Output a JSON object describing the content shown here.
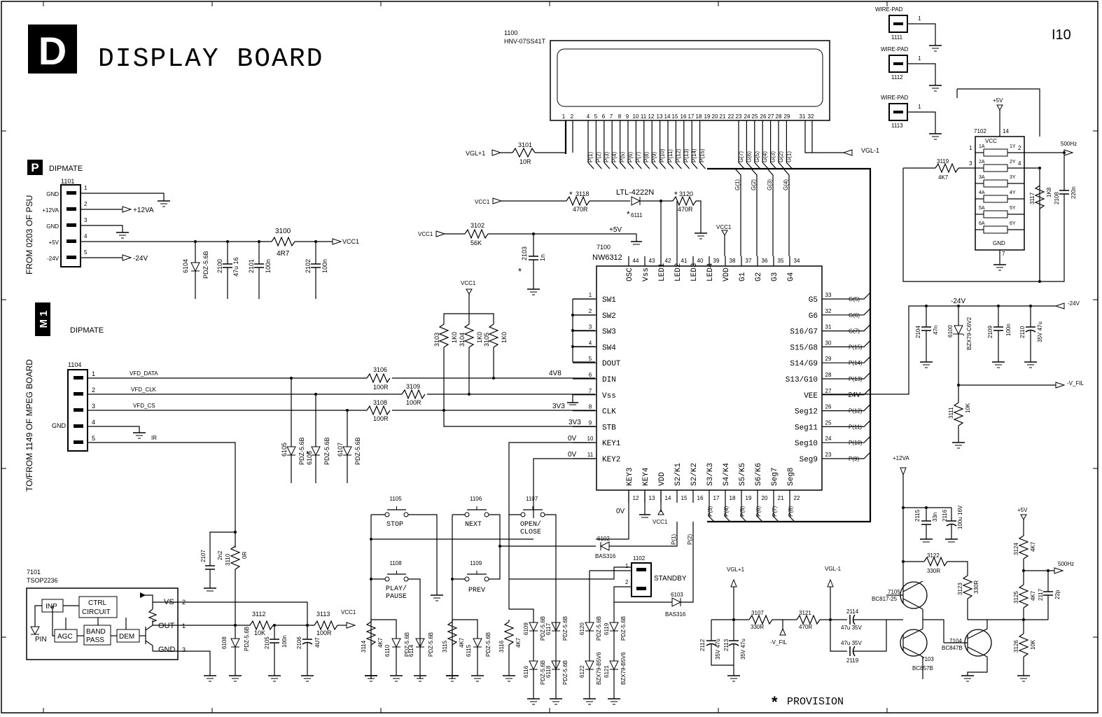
{
  "title": "DISPLAY BOARD",
  "board_letter": "D",
  "page_code": "I10",
  "provision_label": "PROVISION",
  "sections": {
    "psu": {
      "letter": "P",
      "name": "DIPMATE",
      "side_label": "FROM 0203 OF PSU",
      "connector": "1101"
    },
    "mpeg": {
      "letter": "M 1",
      "name": "DIPMATE",
      "side_label": "TO/FROM 1149 OF  MPEG BOARD",
      "connector": "1104"
    }
  },
  "vfd": {
    "ref": "1100",
    "part": "HNV-07SS41T",
    "pins": [
      "1",
      "2",
      "4",
      "5",
      "6",
      "7",
      "8",
      "9",
      "10",
      "11",
      "12",
      "13",
      "14",
      "15",
      "16",
      "17",
      "18",
      "19",
      "20",
      "21",
      "22",
      "23",
      "24",
      "25",
      "26",
      "27",
      "28",
      "29",
      "31",
      "32"
    ],
    "seg_nets": [
      "P(1)",
      "P(2)",
      "P(3)",
      "P(4)",
      "P(5)",
      "P(6)",
      "P(7)",
      "P(8)",
      "P(9)",
      "P(10)",
      "P(11)",
      "P(12)",
      "P(13)",
      "P(14)",
      "P(15)"
    ],
    "grid_nets": [
      "G(7)",
      "G(6)",
      "G(5)",
      "G(4)",
      "G(3)",
      "G(2)",
      "G(1)"
    ]
  },
  "wire_pads": [
    {
      "label": "WIRE-PAD",
      "ref": "1111",
      "pin": "1"
    },
    {
      "label": "WIRE-PAD",
      "ref": "1112",
      "pin": "1"
    },
    {
      "label": "WIRE-PAD",
      "ref": "1113",
      "pin": "1"
    }
  ],
  "ic7100": {
    "ref": "7100",
    "part": "NW6312",
    "left_pins": [
      {
        "num": "1",
        "name": "SW1"
      },
      {
        "num": "2",
        "name": "SW2"
      },
      {
        "num": "3",
        "name": "SW3"
      },
      {
        "num": "4",
        "name": "SW4"
      },
      {
        "num": "5",
        "name": "DOUT"
      },
      {
        "num": "6",
        "name": "DIN"
      },
      {
        "num": "7",
        "name": "Vss"
      },
      {
        "num": "8",
        "name": "CLK"
      },
      {
        "num": "9",
        "name": "STB"
      },
      {
        "num": "10",
        "name": "KEY1"
      },
      {
        "num": "11",
        "name": "KEY2"
      }
    ],
    "right_pins": [
      {
        "num": "33",
        "name": "G5",
        "net": "G(5)"
      },
      {
        "num": "32",
        "name": "G6",
        "net": "G(6)"
      },
      {
        "num": "31",
        "name": "S16/G7",
        "net": "G(7)"
      },
      {
        "num": "30",
        "name": "S15/G8",
        "net": "P(15)"
      },
      {
        "num": "29",
        "name": "S14/G9",
        "net": "P(14)"
      },
      {
        "num": "28",
        "name": "S13/G10",
        "net": "P(13)"
      },
      {
        "num": "27",
        "name": "VEE",
        "net": "-24V"
      },
      {
        "num": "26",
        "name": "Seg12",
        "net": "P(12)"
      },
      {
        "num": "25",
        "name": "Seg11",
        "net": "P(11)"
      },
      {
        "num": "24",
        "name": "Seg10",
        "net": "P(10)"
      },
      {
        "num": "23",
        "name": "Seg9",
        "net": "P(9)"
      }
    ],
    "top_pins": [
      {
        "num": "44",
        "name": "OSC"
      },
      {
        "num": "43",
        "name": "Vss"
      },
      {
        "num": "42",
        "name": "LED1"
      },
      {
        "num": "41",
        "name": "LED2"
      },
      {
        "num": "40",
        "name": "LED3"
      },
      {
        "num": "39",
        "name": "LED4"
      },
      {
        "num": "38",
        "name": "VDD"
      },
      {
        "num": "37",
        "name": "G1"
      },
      {
        "num": "36",
        "name": "G2"
      },
      {
        "num": "35",
        "name": "G3"
      },
      {
        "num": "34",
        "name": "G4"
      }
    ],
    "bottom_pins": [
      {
        "num": "12",
        "name": "KEY3"
      },
      {
        "num": "13",
        "name": "KEY4"
      },
      {
        "num": "14",
        "name": "VDD"
      },
      {
        "num": "15",
        "name": "S2/K1"
      },
      {
        "num": "16",
        "name": "S2/K2"
      },
      {
        "num": "17",
        "name": "S3/K3"
      },
      {
        "num": "18",
        "name": "S4/K4"
      },
      {
        "num": "19",
        "name": "S5/K5"
      },
      {
        "num": "20",
        "name": "S6/K6"
      },
      {
        "num": "21",
        "name": "Seg7"
      },
      {
        "num": "22",
        "name": "Seg8"
      }
    ],
    "bottom_nets": [
      "P(1)",
      "P(2)",
      "P(3)",
      "P(4)",
      "P(5)",
      "P(6)",
      "P(7)",
      "P(8)"
    ],
    "top_grid_nets": [
      "G(1)",
      "G(2)",
      "G(3)",
      "G(4)"
    ],
    "levels": {
      "din": "4V8",
      "clk": "3V3",
      "stb": "3V3",
      "key1": "0V",
      "key2": "0V",
      "key3": "0V"
    }
  },
  "psu_pins": [
    {
      "num": "1",
      "name": "GND"
    },
    {
      "num": "2",
      "name": "+12VA"
    },
    {
      "num": "3",
      "name": "GND"
    },
    {
      "num": "4",
      "name": "+5V"
    },
    {
      "num": "5",
      "name": "-24V"
    }
  ],
  "mpeg_pins": [
    {
      "num": "1",
      "net": "VFD_DATA"
    },
    {
      "num": "2",
      "net": "VFD_CLK"
    },
    {
      "num": "3",
      "net": "VFD_CS"
    },
    {
      "num": "4",
      "net": "GND"
    },
    {
      "num": "5",
      "net": "IR"
    }
  ],
  "nets": {
    "p12va": "+12VA",
    "m24v": "-24V",
    "vcc1": "VCC1",
    "p5v": "+5V",
    "vglp": "VGL+1",
    "vglm": "VGL-1",
    "vfil": "-V_FIL",
    "f500": "500Hz",
    "m24v_r": "-24V"
  },
  "parts": {
    "r3100": {
      "ref": "3100",
      "val": "4R7"
    },
    "r3101": {
      "ref": "3101",
      "val": "10R"
    },
    "r3102": {
      "ref": "3102",
      "val": "56K"
    },
    "c2103": {
      "ref": "2103",
      "val": "1n"
    },
    "r3118": {
      "ref": "3118",
      "val": "470R"
    },
    "led6111": {
      "ref": "6111",
      "part": "LTL-4222N"
    },
    "r3120": {
      "ref": "3120",
      "val": "470R"
    },
    "d6104": {
      "ref": "6104",
      "val": "PDZ-5.6B"
    },
    "c2100": {
      "ref": "2100",
      "val": "47u  16"
    },
    "c2101": {
      "ref": "2101",
      "val": "100n"
    },
    "c2102": {
      "ref": "2102",
      "val": "100n"
    },
    "r3103": {
      "ref": "3103",
      "val": "1K0"
    },
    "r3104": {
      "ref": "3104",
      "val": "1K0"
    },
    "r3105": {
      "ref": "3105",
      "val": "1K0"
    },
    "r3106": {
      "ref": "3106",
      "val": "100R"
    },
    "r3109": {
      "ref": "3109",
      "val": "100R"
    },
    "r3108": {
      "ref": "3108",
      "val": "100R"
    },
    "d6105": {
      "ref": "6105",
      "val": "PDZ-5.6B"
    },
    "d6106": {
      "ref": "6106",
      "val": "PDZ-5.6B"
    },
    "d6107": {
      "ref": "6107",
      "val": "PDZ-5.6B"
    },
    "ic7102": {
      "ref": "7102",
      "vcc": "VCC",
      "gnd": "GND",
      "pins_in": [
        "1A",
        "2A",
        "3A",
        "4A",
        "5A",
        "6A"
      ],
      "pins_out": [
        "1Y",
        "2Y",
        "3Y",
        "4Y",
        "5Y",
        "6Y"
      ],
      "pin_nums": {
        "vcc": "14",
        "gnd": "7",
        "a1": "1",
        "y1": "2",
        "a2": "3",
        "y2": "4"
      }
    },
    "r3119": {
      "ref": "3119",
      "val": "4K7"
    },
    "r3117": {
      "ref": "3117",
      "val": "1K8"
    },
    "c2108": {
      "ref": "2108",
      "val": "220n"
    },
    "c2104": {
      "ref": "2104",
      "val": "47n"
    },
    "d6100": {
      "ref": "6100",
      "val": "BZX79-C6V2"
    },
    "c2109": {
      "ref": "2109",
      "val": "100n"
    },
    "c2110": {
      "ref": "2110",
      "val": "35V  47u"
    },
    "r3111": {
      "ref": "3111",
      "val": "10K"
    },
    "sw1105": {
      "ref": "1105",
      "label": "STOP"
    },
    "sw1106": {
      "ref": "1106",
      "label": "NEXT"
    },
    "sw1107": {
      "ref": "1107",
      "label": "OPEN/ CLOSE"
    },
    "sw1108": {
      "ref": "1108",
      "label": "PLAY/ PAUSE"
    },
    "sw1109": {
      "ref": "1109",
      "label": "PREV"
    },
    "sw1102": {
      "ref": "1102",
      "label": "STANDBY"
    },
    "d6102": {
      "ref": "6102",
      "val": "BAS316"
    },
    "d6103": {
      "ref": "6103",
      "val": "BAS316"
    },
    "d6113": {
      "ref": "6113",
      "val": "PDZ-5.6B"
    },
    "r3110": {
      "ref": "3110",
      "val": "0R"
    },
    "c2107": {
      "ref": "2107",
      "val": "2n2"
    },
    "ir7101": {
      "ref": "7101",
      "part": "TSOP2236",
      "blocks": [
        "INP",
        "CTRL CIRCUIT",
        "AGC",
        "BAND PASS",
        "DEM"
      ],
      "pin_name": "PIN",
      "pins": [
        {
          "num": "2",
          "name": "VS"
        },
        {
          "num": "1",
          "name": "OUT"
        },
        {
          "num": "3",
          "name": "GND"
        }
      ]
    },
    "r3112": {
      "ref": "3112",
      "val": "10K"
    },
    "r3113": {
      "ref": "3113",
      "val": "100R"
    },
    "d6108": {
      "ref": "6108",
      "val": "PDZ-5.6B"
    },
    "c2105": {
      "ref": "2105",
      "val": "100n"
    },
    "c2106": {
      "ref": "2106",
      "val": "4U7"
    },
    "r3114": {
      "ref": "3114",
      "val": "4K7"
    },
    "d6110": {
      "ref": "6110",
      "val": "PDZ-5.6B"
    },
    "d6114": {
      "ref": "6114",
      "val": "PDZ-5.6B"
    },
    "r3115": {
      "ref": "3115",
      "val": "4K7"
    },
    "d6115": {
      "ref": "6115",
      "val": "PDZ-5.6B"
    },
    "r3116": {
      "ref": "3116",
      "val": "4K7"
    },
    "d6109": {
      "ref": "6109",
      "val": "PDZ-5.6B"
    },
    "d6117": {
      "ref": "6117",
      "val": "PDZ-5.6B"
    },
    "d6116": {
      "ref": "6116",
      "val": "PDZ-5.6B"
    },
    "d6118": {
      "ref": "6118",
      "val": "PDZ-5.6B"
    },
    "d6120": {
      "ref": "6120",
      "val": "PDZ-5.6B"
    },
    "d6119": {
      "ref": "6119",
      "val": "PDZ-5.6B"
    },
    "d6122": {
      "ref": "6122",
      "val": "BZX79-B5V6"
    },
    "d6121": {
      "ref": "6121",
      "val": "BZX79-B5V6"
    },
    "c2112": {
      "ref": "2112",
      "val": "35V 47u"
    },
    "c2113": {
      "ref": "2113",
      "val": "35V 47u"
    },
    "r3107": {
      "ref": "3107",
      "val": "330R"
    },
    "r3121": {
      "ref": "3121",
      "val": "470R"
    },
    "c2114": {
      "ref": "2114",
      "val": "47u  35V"
    },
    "c2119": {
      "ref": "2119",
      "val": "47u  35V"
    },
    "c2115": {
      "ref": "2115",
      "val": "33n"
    },
    "c2116": {
      "ref": "2116",
      "val": "100u  16V"
    },
    "r3122": {
      "ref": "3122",
      "val": "330R"
    },
    "q7105": {
      "ref": "7105",
      "val": "BC817-25"
    },
    "q7103": {
      "ref": "7103",
      "val": "BC857B"
    },
    "q7104": {
      "ref": "7104",
      "val": "BC847B"
    },
    "r3123": {
      "ref": "3123",
      "val": "330R"
    },
    "r3124": {
      "ref": "3124",
      "val": "4K7"
    },
    "r3125": {
      "ref": "3125",
      "val": "4K7"
    },
    "r3126": {
      "ref": "3126",
      "val": "10K"
    },
    "c2117": {
      "ref": "2117",
      "val": "22p"
    }
  }
}
